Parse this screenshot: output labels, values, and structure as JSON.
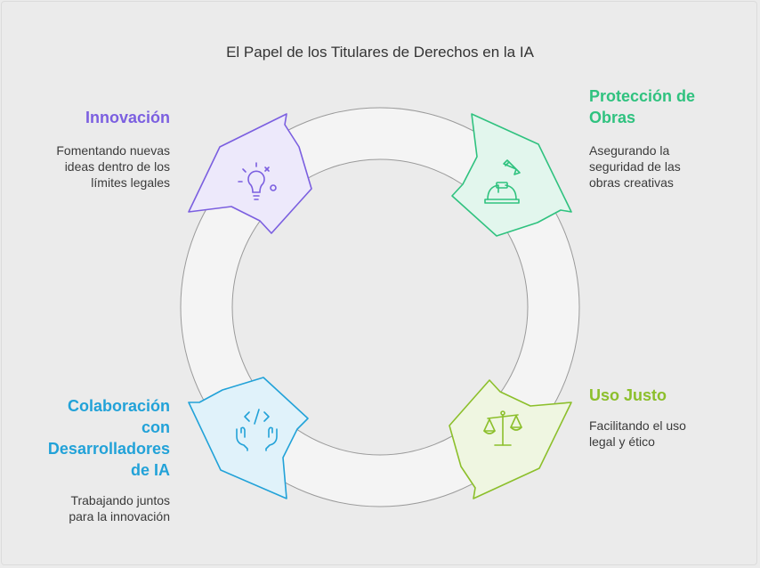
{
  "title": "El Papel de los Titulares de Derechos en la IA",
  "colors": {
    "innovation": "#7b5fe0",
    "protection": "#2fc27f",
    "fair_use": "#8cbf2b",
    "collaboration": "#22a2d8",
    "ring_fill": "#f4f4f4",
    "ring_stroke": "#9a9a9a"
  },
  "steps": [
    {
      "id": "innovation",
      "heading": [
        "Innovación"
      ],
      "description": [
        "Fomentando nuevas",
        "ideas dentro de los",
        "límites legales"
      ],
      "icon": "lightbulb-icon"
    },
    {
      "id": "protection",
      "heading": [
        "Protección de",
        "Obras"
      ],
      "description": [
        "Asegurando la",
        "seguridad de las",
        "obras creativas"
      ],
      "icon": "hardhat-pencil-icon"
    },
    {
      "id": "fair_use",
      "heading": [
        "Uso Justo"
      ],
      "description": [
        "Facilitando el uso",
        "legal y ético"
      ],
      "icon": "scales-icon"
    },
    {
      "id": "collaboration",
      "heading": [
        "Colaboración",
        "con",
        "Desarrolladores",
        "de IA"
      ],
      "description": [
        "Trabajando juntos",
        "para la innovación"
      ],
      "icon": "code-hands-icon"
    }
  ]
}
